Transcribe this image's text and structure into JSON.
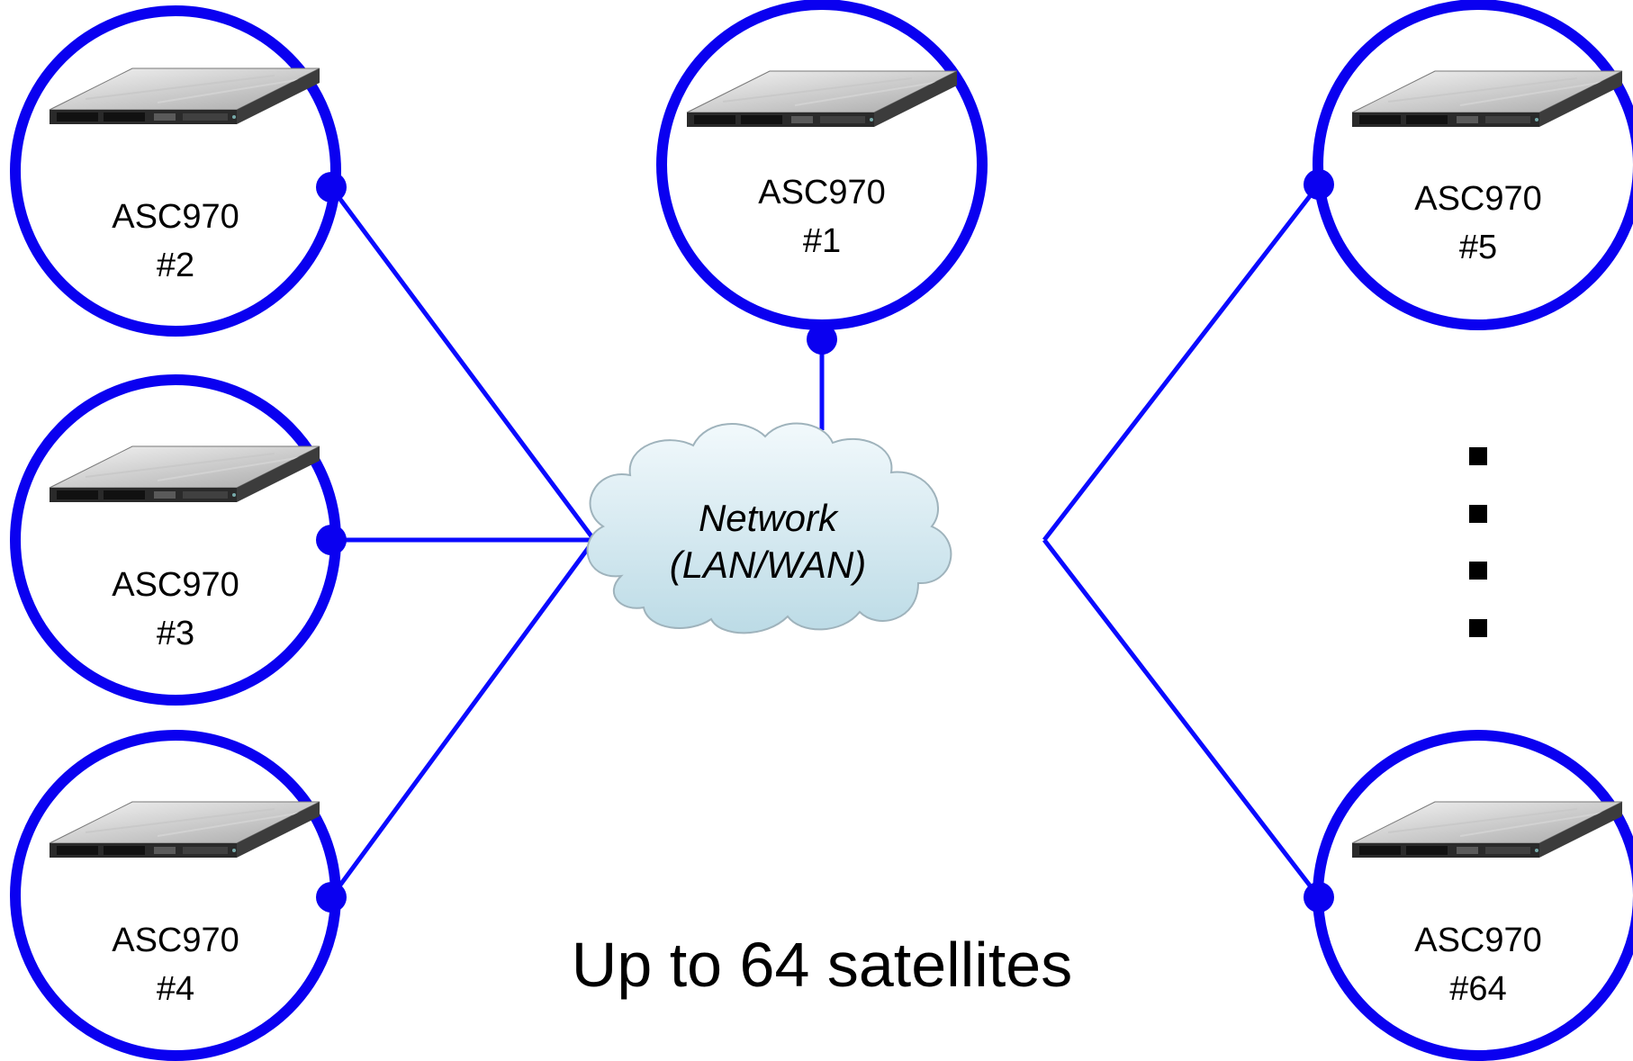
{
  "diagram": {
    "colors": {
      "link": "#0a0aff",
      "ring": "#0a00f0",
      "cloud_fill": "#d6ecf4",
      "cloud_stroke": "#9fb3bc",
      "ellipsis": "#000000"
    },
    "network": {
      "line1": "Network",
      "line2": "(LAN/WAN)"
    },
    "nodes": [
      {
        "id": "n1",
        "line1": "ASC970",
        "line2": "#1"
      },
      {
        "id": "n2",
        "line1": "ASC970",
        "line2": "#2"
      },
      {
        "id": "n3",
        "line1": "ASC970",
        "line2": "#3"
      },
      {
        "id": "n4",
        "line1": "ASC970",
        "line2": "#4"
      },
      {
        "id": "n5",
        "line1": "ASC970",
        "line2": "#5"
      },
      {
        "id": "n64",
        "line1": "ASC970",
        "line2": "#64"
      }
    ],
    "caption": "Up to 64 satellites"
  }
}
